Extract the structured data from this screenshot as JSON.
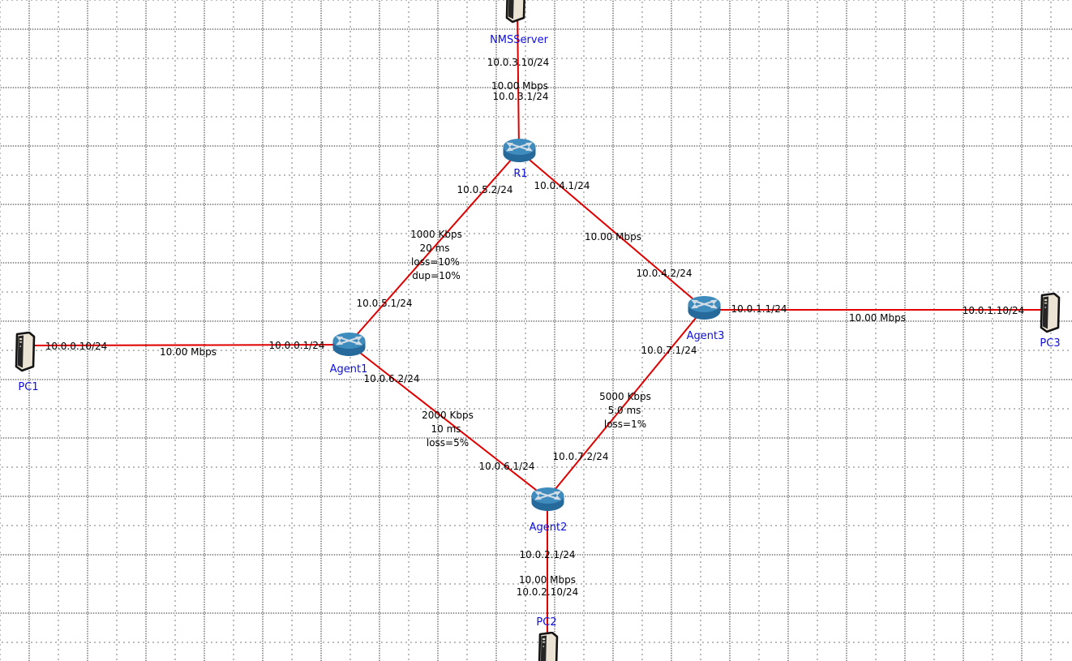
{
  "colors": {
    "link": "#e00000",
    "node_label": "#0f0fdd",
    "annotation_text": "#000000",
    "router_top": "#3e8bbd",
    "router_body": "#26699b",
    "pc_body": "#ebe4d5"
  },
  "nodes": {
    "nmsserver": {
      "label": "NMSServer",
      "type": "server"
    },
    "r1": {
      "label": "R1",
      "type": "router"
    },
    "agent1": {
      "label": "Agent1",
      "type": "router"
    },
    "agent2": {
      "label": "Agent2",
      "type": "router"
    },
    "agent3": {
      "label": "Agent3",
      "type": "router"
    },
    "pc1": {
      "label": "PC1",
      "type": "pc"
    },
    "pc2": {
      "label": "PC2",
      "type": "pc"
    },
    "pc3": {
      "label": "PC3",
      "type": "pc"
    }
  },
  "links": {
    "nms_r1": {
      "from": "NMSServer",
      "to": "R1",
      "ip_a": "10.0.3.10/24",
      "bandwidth": "10.00 Mbps",
      "ip_b": "10.0.3.1/24"
    },
    "r1_agent1": {
      "from": "R1",
      "to": "Agent1",
      "ip_a": "10.0.5.2/24",
      "bandwidth": "1000 Kbps",
      "delay": "20 ms",
      "loss": "loss=10%",
      "dup": "dup=10%",
      "ip_b": "10.0.5.1/24"
    },
    "r1_agent3": {
      "from": "R1",
      "to": "Agent3",
      "ip_a": "10.0.4.1/24",
      "bandwidth": "10.00 Mbps",
      "ip_b": "10.0.4.2/24"
    },
    "pc1_agent1": {
      "from": "PC1",
      "to": "Agent1",
      "ip_a": "10.0.0.10/24",
      "bandwidth": "10.00 Mbps",
      "ip_b": "10.0.0.1/24"
    },
    "agent1_agent2": {
      "from": "Agent1",
      "to": "Agent2",
      "ip_a": "10.0.6.2/24",
      "bandwidth": "2000 Kbps",
      "delay": "10 ms",
      "loss": "loss=5%",
      "ip_b": "10.0.6.1/24"
    },
    "agent3_agent2": {
      "from": "Agent3",
      "to": "Agent2",
      "ip_a": "10.0.7.1/24",
      "bandwidth": "5000 Kbps",
      "delay": "5.0 ms",
      "loss": "loss=1%",
      "ip_b": "10.0.7.2/24"
    },
    "agent3_pc3": {
      "from": "Agent3",
      "to": "PC3",
      "ip_a": "10.0.1.1/24",
      "bandwidth": "10.00 Mbps",
      "ip_b": "10.0.1.10/24"
    },
    "agent2_pc2": {
      "from": "Agent2",
      "to": "PC2",
      "ip_a": "10.0.2.1/24",
      "bandwidth": "10.00 Mbps",
      "ip_b": "10.0.2.10/24"
    }
  }
}
